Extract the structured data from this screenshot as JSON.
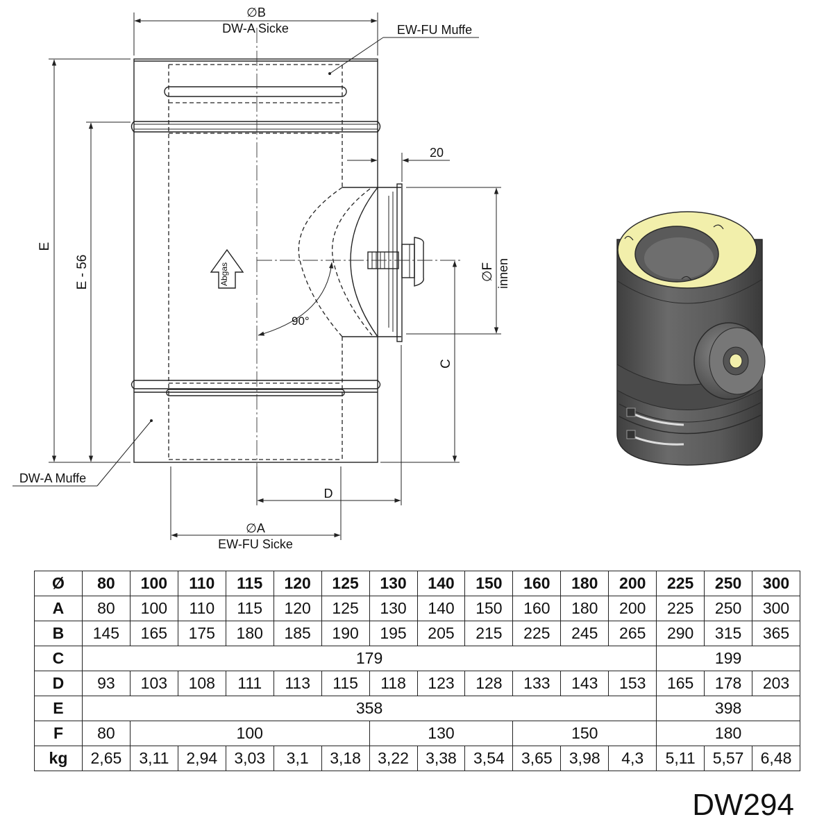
{
  "drawing": {
    "labels": {
      "dia_b": "∅B",
      "dw_a_sicke": "DW-A Sicke",
      "ew_fu_muffe": "EW-FU Muffe",
      "dim_e": "E",
      "dim_e56": "E - 56",
      "dim_20": "20",
      "abgas": "Abgas",
      "angle": "90°",
      "dia_f": "∅F",
      "innen": "innen",
      "dim_c": "C",
      "dim_d": "D",
      "dw_a_muffe": "DW-A Muffe",
      "dia_a": "∅A",
      "ew_fu_sicke": "EW-FU Sicke"
    },
    "colors": {
      "line": "#222222",
      "pipe_body": "#595959",
      "insulation": "#f2efab"
    }
  },
  "table": {
    "header": [
      "Ø",
      "80",
      "100",
      "110",
      "115",
      "120",
      "125",
      "130",
      "140",
      "150",
      "160",
      "180",
      "200",
      "225",
      "250",
      "300"
    ],
    "rows": [
      {
        "label": "A",
        "cells": [
          {
            "value": "80",
            "span": 1
          },
          {
            "value": "100",
            "span": 1
          },
          {
            "value": "110",
            "span": 1
          },
          {
            "value": "115",
            "span": 1
          },
          {
            "value": "120",
            "span": 1
          },
          {
            "value": "125",
            "span": 1
          },
          {
            "value": "130",
            "span": 1
          },
          {
            "value": "140",
            "span": 1
          },
          {
            "value": "150",
            "span": 1
          },
          {
            "value": "160",
            "span": 1
          },
          {
            "value": "180",
            "span": 1
          },
          {
            "value": "200",
            "span": 1
          },
          {
            "value": "225",
            "span": 1
          },
          {
            "value": "250",
            "span": 1
          },
          {
            "value": "300",
            "span": 1
          }
        ]
      },
      {
        "label": "B",
        "cells": [
          {
            "value": "145",
            "span": 1
          },
          {
            "value": "165",
            "span": 1
          },
          {
            "value": "175",
            "span": 1
          },
          {
            "value": "180",
            "span": 1
          },
          {
            "value": "185",
            "span": 1
          },
          {
            "value": "190",
            "span": 1
          },
          {
            "value": "195",
            "span": 1
          },
          {
            "value": "205",
            "span": 1
          },
          {
            "value": "215",
            "span": 1
          },
          {
            "value": "225",
            "span": 1
          },
          {
            "value": "245",
            "span": 1
          },
          {
            "value": "265",
            "span": 1
          },
          {
            "value": "290",
            "span": 1
          },
          {
            "value": "315",
            "span": 1
          },
          {
            "value": "365",
            "span": 1
          }
        ]
      },
      {
        "label": "C",
        "cells": [
          {
            "value": "179",
            "span": 12
          },
          {
            "value": "199",
            "span": 3
          }
        ]
      },
      {
        "label": "D",
        "cells": [
          {
            "value": "93",
            "span": 1
          },
          {
            "value": "103",
            "span": 1
          },
          {
            "value": "108",
            "span": 1
          },
          {
            "value": "111",
            "span": 1
          },
          {
            "value": "113",
            "span": 1
          },
          {
            "value": "115",
            "span": 1
          },
          {
            "value": "118",
            "span": 1
          },
          {
            "value": "123",
            "span": 1
          },
          {
            "value": "128",
            "span": 1
          },
          {
            "value": "133",
            "span": 1
          },
          {
            "value": "143",
            "span": 1
          },
          {
            "value": "153",
            "span": 1
          },
          {
            "value": "165",
            "span": 1
          },
          {
            "value": "178",
            "span": 1
          },
          {
            "value": "203",
            "span": 1
          }
        ]
      },
      {
        "label": "E",
        "cells": [
          {
            "value": "358",
            "span": 12
          },
          {
            "value": "398",
            "span": 3
          }
        ]
      },
      {
        "label": "F",
        "cells": [
          {
            "value": "80",
            "span": 1
          },
          {
            "value": "100",
            "span": 5
          },
          {
            "value": "130",
            "span": 3
          },
          {
            "value": "150",
            "span": 3
          },
          {
            "value": "180",
            "span": 3
          }
        ]
      },
      {
        "label": "kg",
        "cells": [
          {
            "value": "2,65",
            "span": 1
          },
          {
            "value": "3,11",
            "span": 1
          },
          {
            "value": "2,94",
            "span": 1
          },
          {
            "value": "3,03",
            "span": 1
          },
          {
            "value": "3,1",
            "span": 1
          },
          {
            "value": "3,18",
            "span": 1
          },
          {
            "value": "3,22",
            "span": 1
          },
          {
            "value": "3,38",
            "span": 1
          },
          {
            "value": "3,54",
            "span": 1
          },
          {
            "value": "3,65",
            "span": 1
          },
          {
            "value": "3,98",
            "span": 1
          },
          {
            "value": "4,3",
            "span": 1
          },
          {
            "value": "5,11",
            "span": 1
          },
          {
            "value": "5,57",
            "span": 1
          },
          {
            "value": "6,48",
            "span": 1
          }
        ]
      }
    ]
  },
  "model_code": "DW294"
}
